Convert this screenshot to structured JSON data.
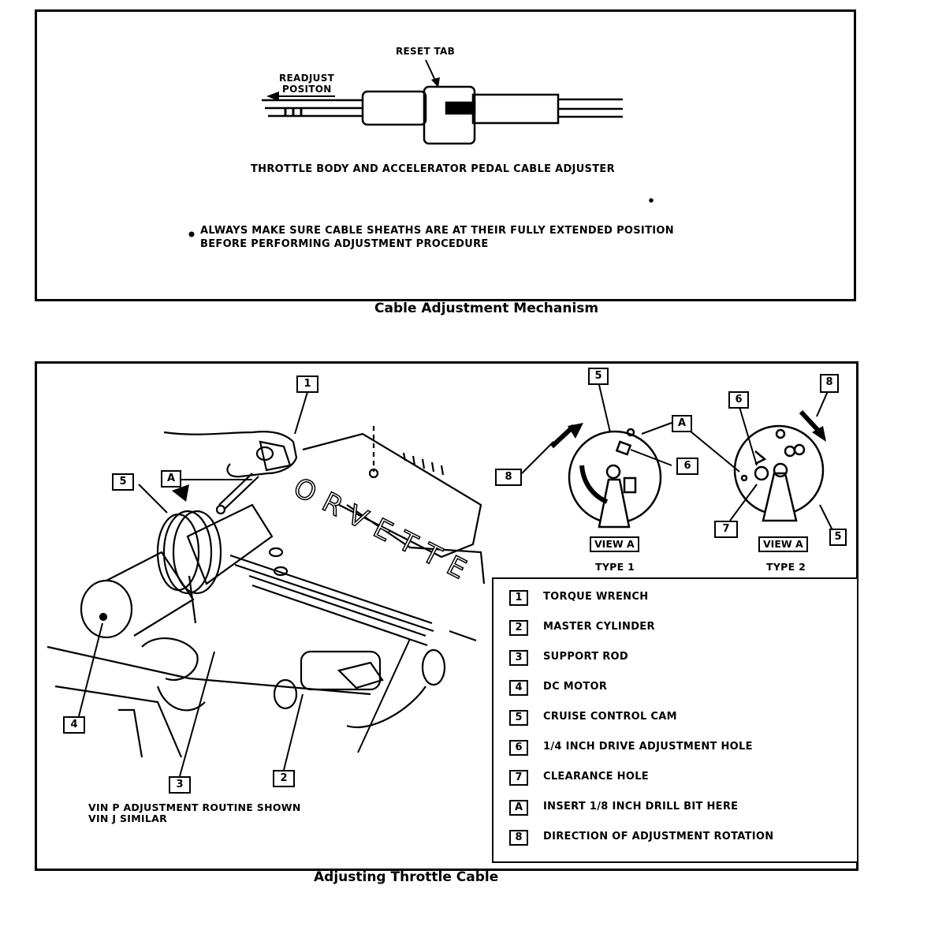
{
  "top_panel": {
    "reset_tab": "RESET TAB",
    "readjust_line1": "READJUST",
    "readjust_line2": "POSITON",
    "adjuster_title": "THROTTLE BODY AND ACCELERATOR PEDAL CABLE ADJUSTER",
    "note_line1": "ALWAYS MAKE SURE CABLE SHEATHS ARE AT THEIR FULLY EXTENDED POSITION",
    "note_line2": "BEFORE PERFORMING ADJUSTMENT PROCEDURE",
    "caption": "Cable Adjustment Mechanism"
  },
  "bottom_panel": {
    "engine_logo": "ORVETTE",
    "callouts": {
      "c1": "1",
      "c2": "2",
      "c3": "3",
      "c4": "4",
      "c5": "5",
      "cA": "A",
      "c5b": "5",
      "cAb": "A",
      "c6": "6",
      "c8": "8",
      "c6b": "6",
      "c8b": "8",
      "c7": "7",
      "c5c": "5"
    },
    "view_a_1": "VIEW A",
    "view_a_2": "VIEW A",
    "type1": "TYPE 1",
    "type2": "TYPE 2",
    "vin_line1": "VIN P ADJUSTMENT ROUTINE SHOWN",
    "vin_line2": "VIN J SIMILAR",
    "legend": [
      {
        "key": "1",
        "text": "TORQUE WRENCH"
      },
      {
        "key": "2",
        "text": "MASTER CYLINDER"
      },
      {
        "key": "3",
        "text": "SUPPORT ROD"
      },
      {
        "key": "4",
        "text": "DC MOTOR"
      },
      {
        "key": "5",
        "text": "CRUISE CONTROL CAM"
      },
      {
        "key": "6",
        "text": "1/4 INCH DRIVE ADJUSTMENT HOLE"
      },
      {
        "key": "7",
        "text": "CLEARANCE HOLE"
      },
      {
        "key": "A",
        "text": "INSERT 1/8 INCH DRILL BIT HERE"
      },
      {
        "key": "8",
        "text": "DIRECTION OF ADJUSTMENT ROTATION"
      }
    ],
    "caption": "Adjusting Throttle Cable"
  }
}
